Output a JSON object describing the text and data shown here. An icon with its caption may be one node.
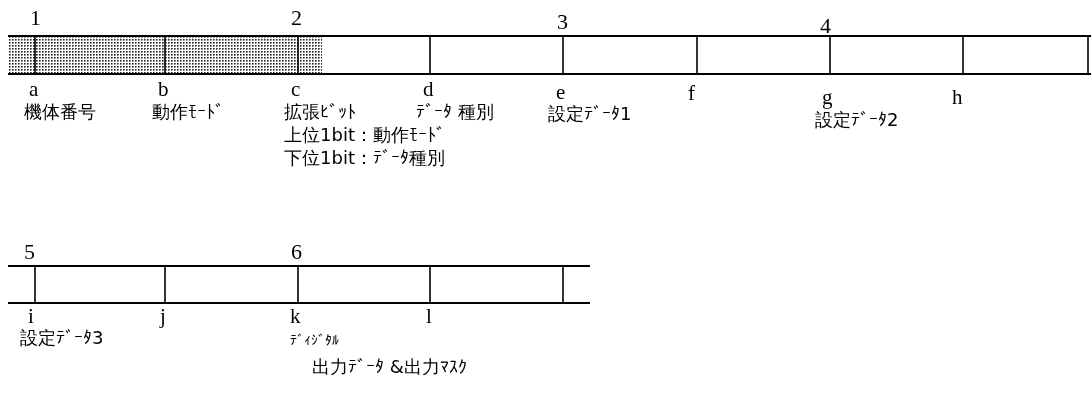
{
  "diagram": {
    "labels": [
      "1",
      "2",
      "3",
      "4",
      "a",
      "b",
      "c",
      "d",
      "e",
      "f",
      "g",
      "h",
      "機体番号",
      "動作ﾓｰﾄﾞ",
      "拡張ﾋﾞｯﾄ",
      "ﾃﾞｰﾀ 種別",
      "設定ﾃﾞｰﾀ1",
      "設定ﾃﾞｰﾀ2",
      "上位1bit：動作ﾓｰﾄﾞ",
      "下位1bit：ﾃﾞｰﾀ種別",
      "5",
      "6",
      "i",
      "j",
      "k",
      "l",
      "設定ﾃﾞｰﾀ3",
      "ﾃﾞｨｼﾞﾀﾙ",
      "出力ﾃﾞｰﾀ &出力ﾏｽｸ"
    ]
  }
}
